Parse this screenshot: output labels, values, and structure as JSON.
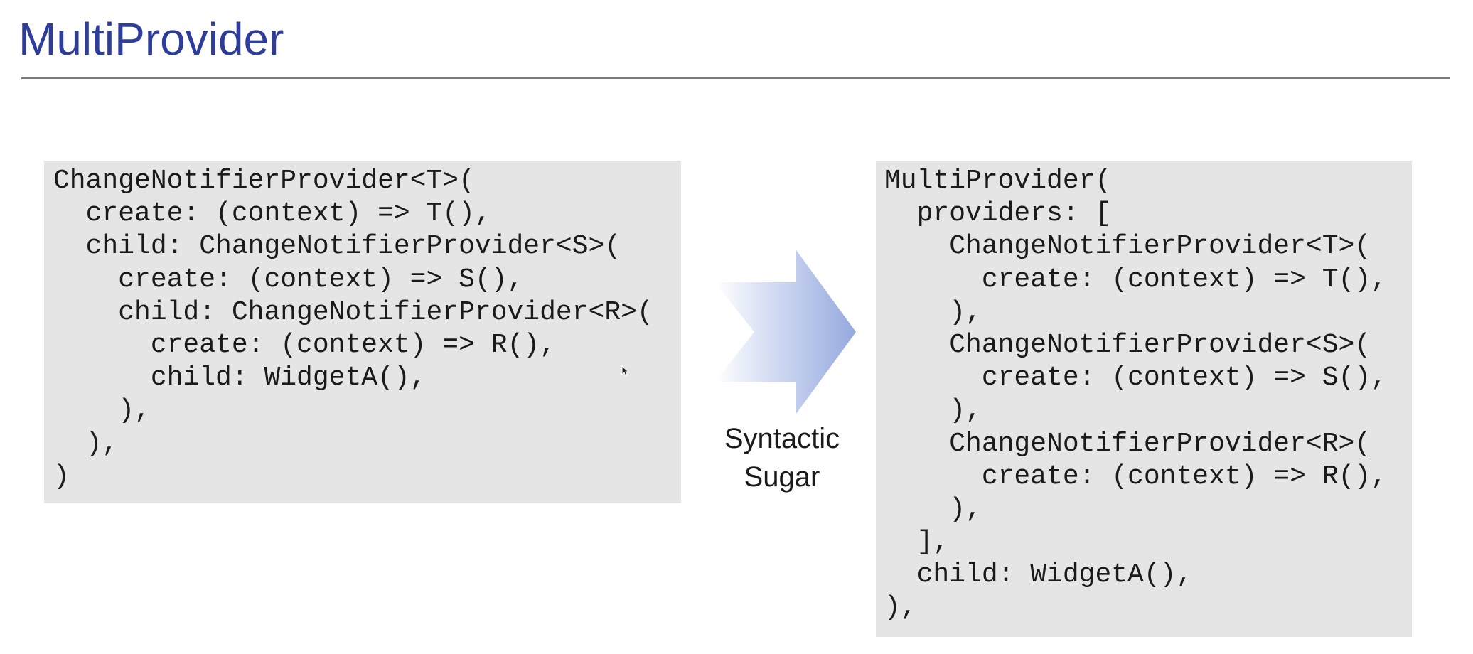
{
  "slide": {
    "title": "MultiProvider",
    "caption_line1": "Syntactic",
    "caption_line2": "Sugar",
    "arrow_icon": "right-arrow-chevron-icon",
    "title_color": "#2e3c9a",
    "code_background": "#e5e5e5",
    "arrow_colors": [
      "#ffffff",
      "#95a9de"
    ]
  },
  "left_code": {
    "lines": [
      "ChangeNotifierProvider<T>(",
      "  create: (context) => T(),",
      "  child: ChangeNotifierProvider<S>(",
      "    create: (context) => S(),",
      "    child: ChangeNotifierProvider<R>(",
      "      create: (context) => R(),",
      "      child: WidgetA(),",
      "    ),",
      "  ),",
      ")"
    ]
  },
  "right_code": {
    "lines": [
      "MultiProvider(",
      "  providers: [",
      "    ChangeNotifierProvider<T>(",
      "      create: (context) => T(),",
      "    ),",
      "    ChangeNotifierProvider<S>(",
      "      create: (context) => S(),",
      "    ),",
      "    ChangeNotifierProvider<R>(",
      "      create: (context) => R(),",
      "    ),",
      "  ],",
      "  child: WidgetA(),",
      "),"
    ]
  }
}
